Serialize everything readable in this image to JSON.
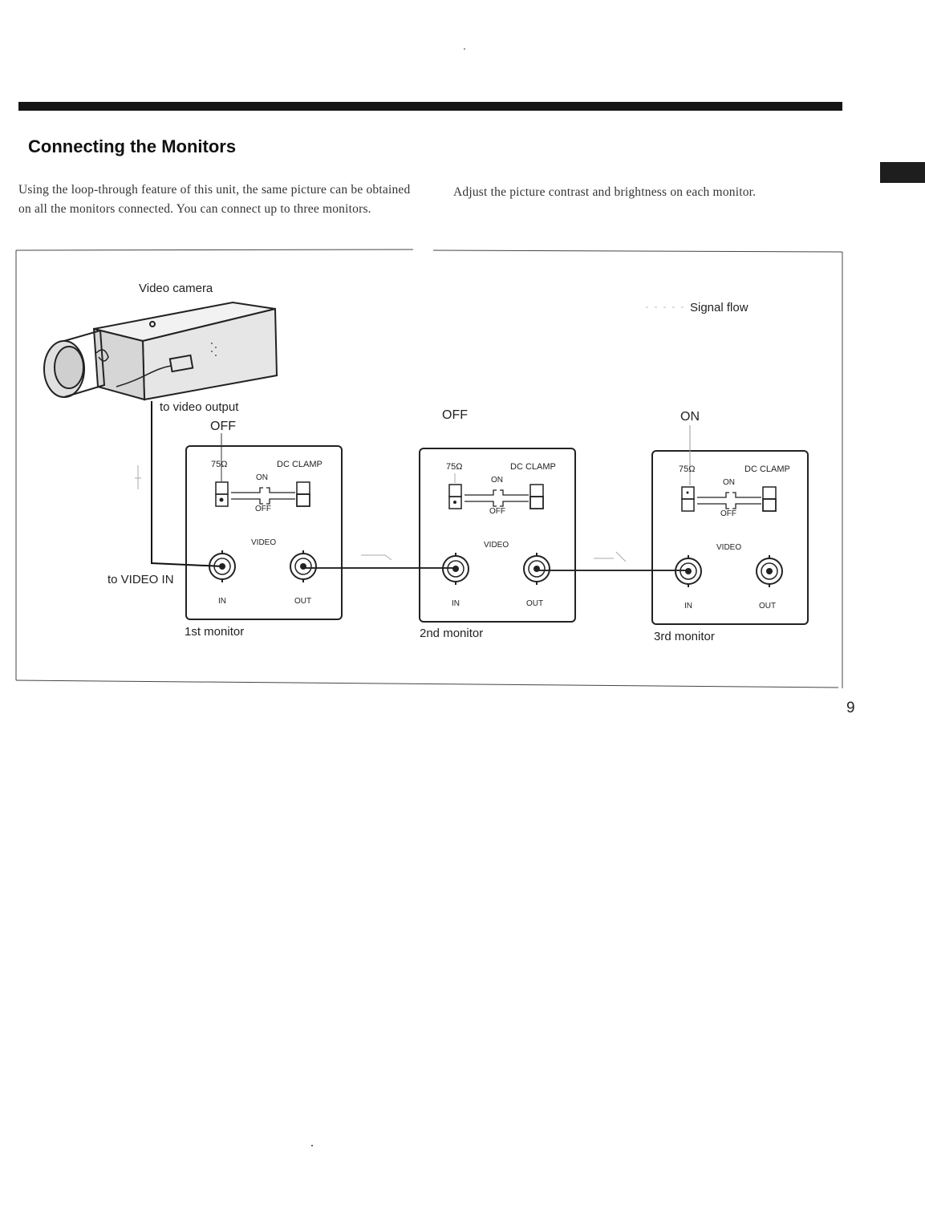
{
  "page": {
    "title": "Connecting the Monitors",
    "paragraph_left": "Using the loop-through feature of this unit, the same picture can be obtained on all the monitors connected. You can connect up to three monitors.",
    "paragraph_right": "Adjust the picture contrast and brightness on each monitor.",
    "page_number": "9"
  },
  "diagram": {
    "camera_label": "Video camera",
    "legend_label": "Signal flow",
    "to_video_output": "to video output",
    "to_video_in": "to VIDEO IN",
    "monitors": [
      {
        "name": "1st monitor",
        "switch_state": "OFF"
      },
      {
        "name": "2nd monitor",
        "switch_state": "OFF"
      },
      {
        "name": "3rd monitor",
        "switch_state": "ON"
      }
    ],
    "panel": {
      "ohm_label": "75Ω",
      "dc_clamp_label": "DC CLAMP",
      "on_label": "ON",
      "off_label": "OFF",
      "video_label": "VIDEO",
      "in_label": "IN",
      "out_label": "OUT"
    }
  }
}
